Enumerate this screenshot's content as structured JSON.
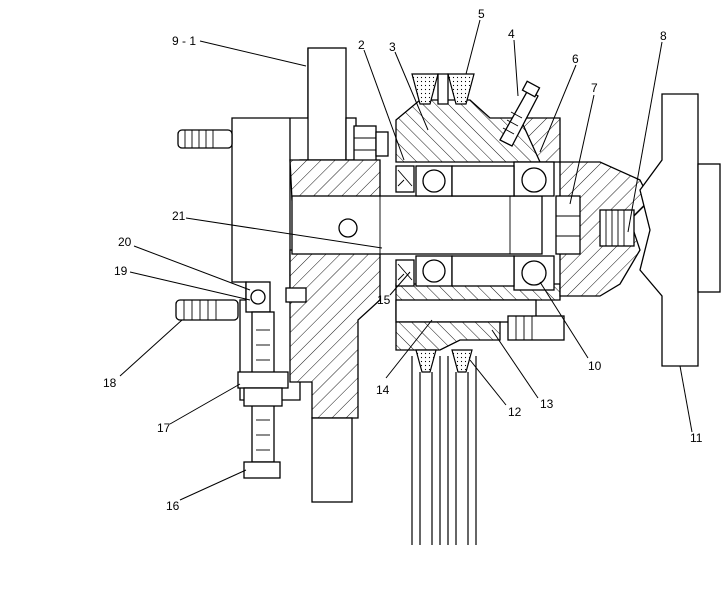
{
  "callouts": [
    {
      "id": "9-1",
      "text": "9 - 1"
    },
    {
      "id": "2",
      "text": "2"
    },
    {
      "id": "3",
      "text": "3"
    },
    {
      "id": "5",
      "text": "5"
    },
    {
      "id": "4",
      "text": "4"
    },
    {
      "id": "6",
      "text": "6"
    },
    {
      "id": "8",
      "text": "8"
    },
    {
      "id": "7",
      "text": "7"
    },
    {
      "id": "21",
      "text": "21"
    },
    {
      "id": "20",
      "text": "20"
    },
    {
      "id": "19",
      "text": "19"
    },
    {
      "id": "15",
      "text": "15"
    },
    {
      "id": "18",
      "text": "18"
    },
    {
      "id": "14",
      "text": "14"
    },
    {
      "id": "10",
      "text": "10"
    },
    {
      "id": "13",
      "text": "13"
    },
    {
      "id": "12",
      "text": "12"
    },
    {
      "id": "17",
      "text": "17"
    },
    {
      "id": "11",
      "text": "11"
    },
    {
      "id": "16",
      "text": "16"
    }
  ]
}
